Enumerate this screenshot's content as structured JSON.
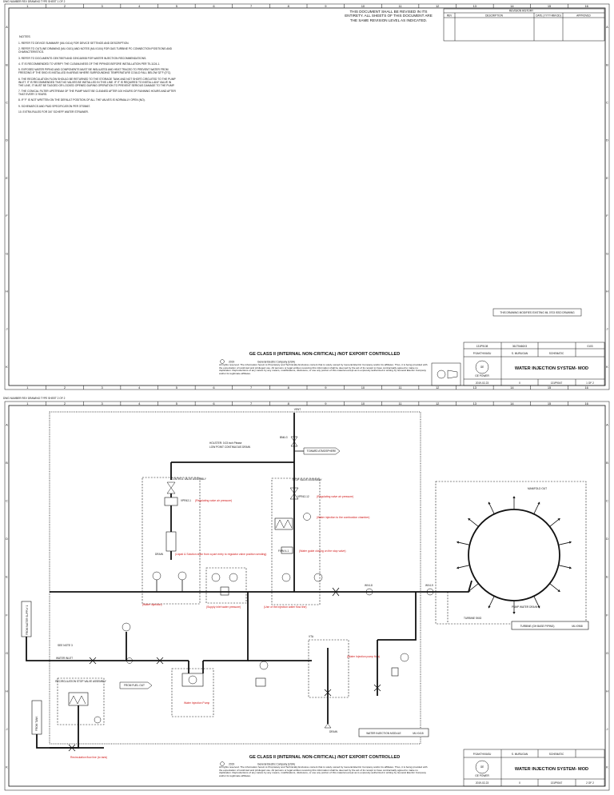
{
  "page_header": {
    "sheet1_tag": "DWG NUMBER  REV  DRAWING TYPE  SHEET 1 OF 2",
    "sheet2_tag": "DWG NUMBER  REV  DRAWING TYPE  SHEET 2 OF 2"
  },
  "grid": {
    "columns": [
      "1",
      "2",
      "3",
      "4",
      "5",
      "6",
      "7",
      "8",
      "9",
      "10",
      "11",
      "12",
      "13",
      "14",
      "15",
      "16"
    ],
    "rows": [
      "A",
      "B",
      "C",
      "D",
      "E",
      "F",
      "G",
      "H",
      "J",
      "K"
    ]
  },
  "sheet1": {
    "notes_title": "NOTES",
    "notes": [
      "1. REFER TO DEVICE SUMMARY (MLI 0414) FOR DEVICE SETTINGS AND DESCRIPTION.",
      "2. REFER TO OUTLINE DRAWING (MLI 0101) AND NOTES (MLI 0104) FOR GAS TURBINE PC CONNECTION POSITIONS AND CHARACTERISTICS.",
      "3. REFER TO DOCUMENTS GEK75579 AND GEK116908 FOR WATER INJECTION RECOMMENDATIONS.",
      "4. IT IS RECOMMENDED TO VERIFY THE CLEANLINESS OF THE PIPINGS BEFORE INSTALLATION PER TIL1124-1.",
      "5. EXPOSED WATER PIPING AND COMPONENTS MUST BE INSULATED AND HEAT TRACED TO PREVENT WATER FROM FREEZING IF THE SKID IS INSTALLED IN AREAS WHERE SURROUNDING TEMPERATURE COULD FALL BELOW 32°F (0°C).",
      "6. THE RECIRCULATION FLOW SHOULD BE RETURNED TO THE STORAGE TANK AND NOT SHORT-CIRCUITED TO THE PUMP INLET. IT IS RECOMMENDED THAT NO VALVES BE INSTALLED IN THIS LINE. IF IT IS REQUIRED TO INSTALL ANY VALVE IN THE LINE, IT MUST BE TAGGED OR LOCKED OPENED DURING OPERATION TO PREVENT SERIOUS DAMAGE TO THE PUMP.",
      "7. THE CONICAL FILTER UPSTREAM OF THE PUMP MUST BE CLEANED AFTER 100 HOURS OF RUNNING HOURS AND AFTER THAT EVERY 3 YEARS.",
      "8. IF 'F' IS NOT WRITTEN ON THE DEFAULT POSITION OF ALL THE VALVES IS NORMALLY OPEN (NO).",
      "9. SCHEMATICS AND P&ID SPECIFICATION PER 3TS5667.",
      "10. EXTRA RULES FOR 3/4\" SCHEFF WATER STRAINER."
    ],
    "revision_notice": "THIS DOCUMENT SHALL BE REVISED IN ITS ENTIRETY. ALL SHEETS OF THIS DOCUMENT ARE THE SAME REVISION LEVEL AS INDICATED.",
    "revision_table": {
      "title": "REVISION HISTORY",
      "headers": [
        "REV",
        "DESCRIPTION",
        "DATE (YYYY-MM-DD)",
        "APPROVED"
      ]
    },
    "drawing_note": "THIS DRAWING MODIFIES EXISTING ML 0703 ISSO DRAWING"
  },
  "title_block": {
    "export_class": "GE CLASS II (INTERNAL NON-CRITICAL) /NOT EXPORT CONTROLLED",
    "copyright_year": "2019",
    "company": "General Electric Company (USA)",
    "legal_text": "All rights reserved. The information herein is Proprietary and Technically Exclusive content that is solely owned by General Electric Company and/or its affiliates. Thus, it is being provided with the expectation of restricted and privileged use. All persons or legal entities receiving this information shall be deemed by the act of its receipt to have contractually agreed to make no duplication. Reproductions of any nature by any means, modifications, disclosure, or use any portion of this material except as is expressly authorized in writing by General Electric Company and/or its legitimate affiliates.",
    "fields": {
      "drawing_no": "131P9108",
      "related_no": "361T5466X3",
      "sheet_code": "0103",
      "drawn_by": "P.SAKTHIVASU",
      "checked_by": "S. MURUGAN",
      "doc_type": "SCHEMATIC",
      "date": "2019-02-23",
      "rev": "0",
      "dwg_number": "131P9047",
      "sheet1_label": "1 OF 2",
      "sheet2_label": "2 OF 2",
      "title": "WATER INJECTION SYSTEM- MOD",
      "logo_text": "GE POWER"
    }
  },
  "sheet2": {
    "labels": {
      "vent_top": "VENT",
      "bvd": "BN6-G",
      "holster_line": "HOLSTER: 0.03 inch  Please",
      "low_point": "LOW POINT CONTINUOUS DRAIN",
      "to_atmos": "TOWARD ATMOSPHERE",
      "stop_valve": "STOP VALVE ASSEMBLY",
      "control_valve": "CONTROL VALVE ASSEMBLY",
      "vpr42_1": "VPR42-1",
      "vpr42_1_note": "(Regulating valve air pressure)",
      "vpr42_2": "VPR42-12",
      "vpr42_2_note": "(Regulating valve air pressure)",
      "zwwn_note": "(Water injection to the combustion chamber)",
      "fwm": "FWM 4-1",
      "fwm_note": "(Water guide closing on the stop valve)",
      "drain": "DRAIN",
      "drain_note": "(Liquid & Solution drain from a part entry to regulator valve position sending)",
      "fmt": "FMT-3",
      "fmt_note": "(Supply inlet water pressure)",
      "cso_note": "(Use of the injection water flow line)",
      "kp_note": "(Water injection)",
      "wvd": "WV4-8",
      "wvd2": "WV4-9",
      "turbine_skid": "TURBINE SKID",
      "ring_label": "TURBINE (GH BASE PIPING)",
      "ring_ref": "MLI 0968",
      "man_label": "MANIFOLD OUT",
      "fuel_box": "FROM FUEL OUT",
      "recirc": "RECIRCULATION STOP VALVE ASSEMBLY",
      "pump_label": "Water Injection Pump",
      "fill_water": "FROM WATER SUPPLY 1",
      "see_note": "SEE NOTE 3",
      "water_inlet": "WATER INLET",
      "module_label": "WATER INJECTION MODULE",
      "module_ref": "MLI 0415",
      "pump_water_drain": "PUMP WATER DRAIN",
      "recirc_note": "Recirculation flow line (to tank)",
      "pump_fault_note": "(Water Injection Pump)",
      "inject_flow_note": "(Water Injection pump flow)",
      "dot_drain": "DRAIN",
      "vta": "VTA",
      "to_drain": "TO DRAIN",
      "left_tank": "FROM TANK"
    }
  }
}
